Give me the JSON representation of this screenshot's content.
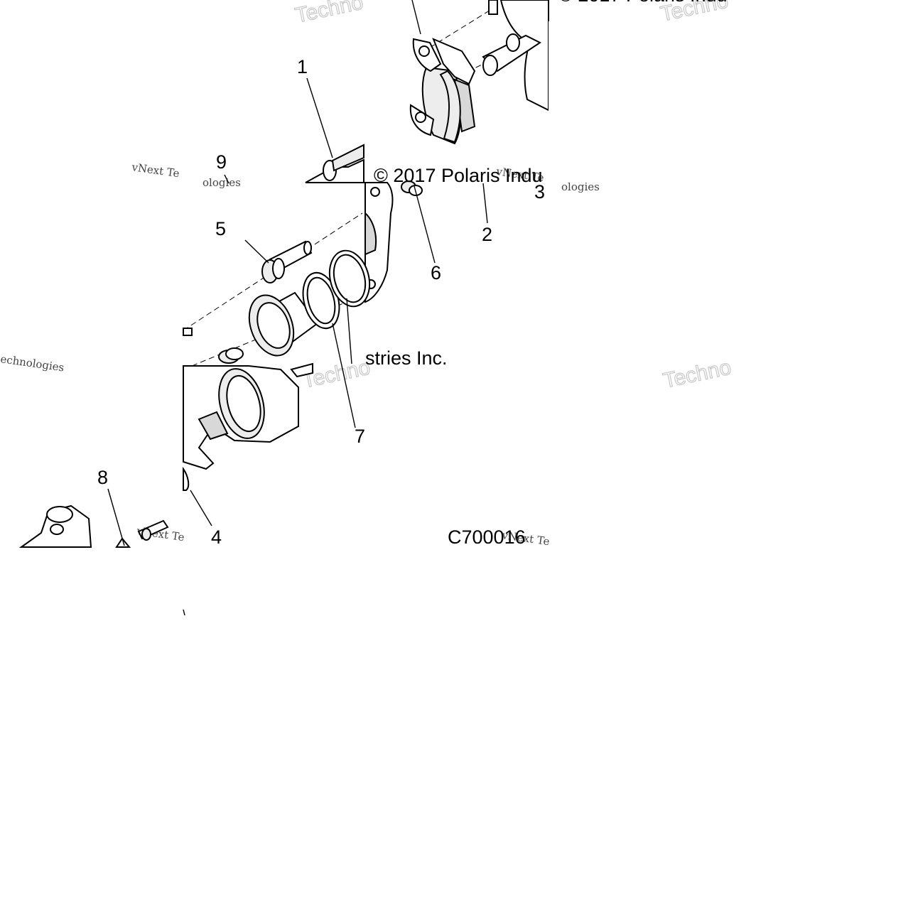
{
  "diagram": {
    "callouts": [
      "1",
      "2",
      "3",
      "4",
      "5",
      "6",
      "7",
      "8",
      "9"
    ],
    "copyright_fragments": [
      "© 2017 Polaris Indu",
      "© 2017 Polaris Indu",
      "stries Inc."
    ],
    "drawing_code": "C700016",
    "watermark": {
      "brand_fragment": "Techno",
      "serif_fragment": "vNext Te",
      "serif_fragment_2": "ologies",
      "serif_fragment_3": "echnologies"
    }
  }
}
